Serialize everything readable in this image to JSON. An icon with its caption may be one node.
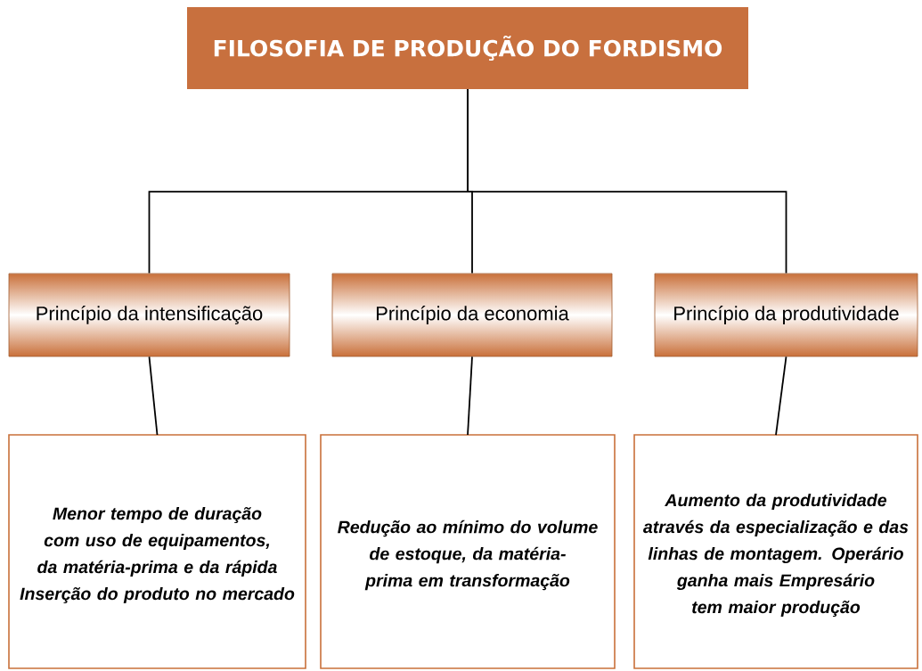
{
  "diagram": {
    "nodes": [
      {
        "text": [
          "FILOSOFIA DE PRODUÇÃO DO FORDISMO"
        ]
      },
      {
        "text": [
          "Princípio da intensificação"
        ]
      },
      {
        "text": [
          "Princípio da economia"
        ]
      },
      {
        "text": [
          "Princípio da produtividade"
        ]
      },
      {
        "text": [
          "Menor tempo de duração com uso de equipamentos, da matéria-prima e da rápida Inserção do produto no mercado"
        ]
      },
      {
        "text": [
          "Redução ao mínimo do volume de estoque, da matéria-prima em transformação"
        ]
      },
      {
        "text": [
          "Aumento da produtividade através da especialização e das linhas de montagem. Operário ganha mais Empresário tem maior produção"
        ]
      }
    ],
    "edges": [
      {
        "from": 0,
        "to": 1,
        "arrow": "none"
      },
      {
        "from": 0,
        "to": 2,
        "arrow": "none"
      },
      {
        "from": 0,
        "to": 3,
        "arrow": "none"
      },
      {
        "from": 1,
        "to": 4,
        "arrow": "none"
      },
      {
        "from": 2,
        "to": 5,
        "arrow": "none"
      },
      {
        "from": 3,
        "to": 6,
        "arrow": "none"
      }
    ]
  }
}
